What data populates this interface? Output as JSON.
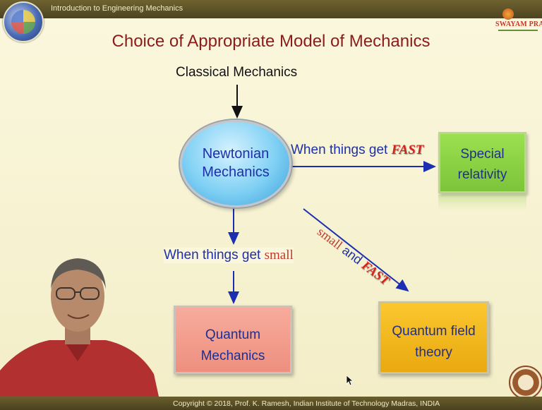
{
  "header": {
    "course_title": "Introduction to Engineering Mechanics"
  },
  "branding": {
    "right_logo_text": "SWAYAM PRABHA"
  },
  "slide": {
    "title": "Choice of Appropriate Model of Mechanics",
    "top_label": "Classical Mechanics",
    "center_node": {
      "line1": "Newtonian",
      "line2": "Mechanics"
    },
    "right_arrow_label": {
      "text": "When things get ",
      "emph": "FAST"
    },
    "right_node": {
      "line1": "Special",
      "line2": "relativity"
    },
    "down_arrow_label": {
      "text": "When things get ",
      "emph": "small"
    },
    "bottom_left_node": {
      "line1": "Quantum",
      "line2": "Mechanics"
    },
    "diag_label": {
      "word1": "small",
      "mid": " and ",
      "word2": "FAST"
    },
    "bottom_right_node": {
      "line1": "Quantum field",
      "line2": "theory"
    }
  },
  "footer": {
    "copyright": "Copyright © 2018, Prof. K. Ramesh, Indian Institute of Technology Madras, INDIA"
  },
  "colors": {
    "arrow_blue": "#1c2fb0",
    "title_red": "#8c1b1b",
    "emph_red": "#d3231e"
  },
  "icons": [
    "course-logo-icon",
    "swayam-prabha-logo-icon",
    "iit-madras-seal-icon",
    "mouse-cursor-icon"
  ]
}
